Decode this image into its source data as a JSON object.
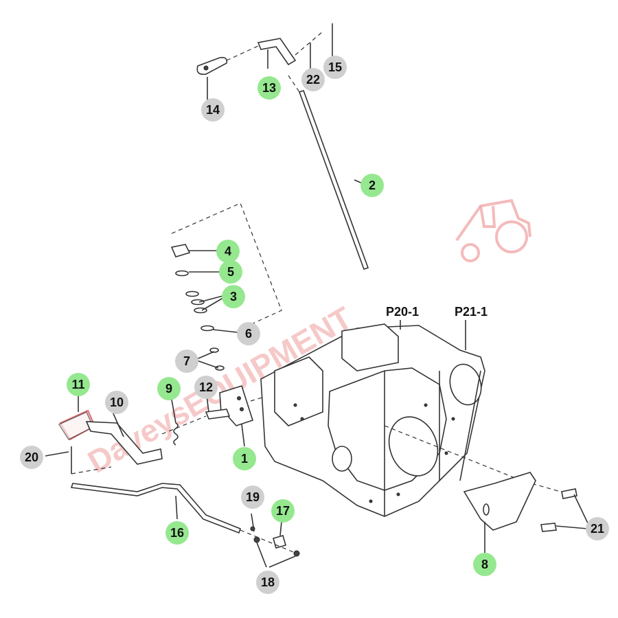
{
  "watermark": {
    "text": "DaveysEQUIPMENT",
    "color": "#f4b7b7"
  },
  "colors": {
    "badge_green": "#95e88f",
    "badge_gray": "#cfcfcf",
    "line": "#333333"
  },
  "callouts": [
    {
      "id": "c1",
      "label": "1",
      "style": "green"
    },
    {
      "id": "c2",
      "label": "2",
      "style": "green"
    },
    {
      "id": "c3",
      "label": "3",
      "style": "green"
    },
    {
      "id": "c4",
      "label": "4",
      "style": "green"
    },
    {
      "id": "c5",
      "label": "5",
      "style": "green"
    },
    {
      "id": "c6",
      "label": "6",
      "style": "gray"
    },
    {
      "id": "c7",
      "label": "7",
      "style": "gray"
    },
    {
      "id": "c8",
      "label": "8",
      "style": "green"
    },
    {
      "id": "c9",
      "label": "9",
      "style": "green"
    },
    {
      "id": "c10",
      "label": "10",
      "style": "gray"
    },
    {
      "id": "c11",
      "label": "11",
      "style": "green"
    },
    {
      "id": "c12",
      "label": "12",
      "style": "gray"
    },
    {
      "id": "c13",
      "label": "13",
      "style": "green"
    },
    {
      "id": "c14",
      "label": "14",
      "style": "gray"
    },
    {
      "id": "c15",
      "label": "15",
      "style": "gray"
    },
    {
      "id": "c16",
      "label": "16",
      "style": "green"
    },
    {
      "id": "c17",
      "label": "17",
      "style": "green"
    },
    {
      "id": "c18",
      "label": "18",
      "style": "gray"
    },
    {
      "id": "c19",
      "label": "19",
      "style": "gray"
    },
    {
      "id": "c20",
      "label": "20",
      "style": "gray"
    },
    {
      "id": "c21",
      "label": "21",
      "style": "gray"
    },
    {
      "id": "c22",
      "label": "22",
      "style": "gray"
    }
  ],
  "references": [
    {
      "id": "r1",
      "label": "P20-1"
    },
    {
      "id": "r2",
      "label": "P21-1"
    }
  ]
}
